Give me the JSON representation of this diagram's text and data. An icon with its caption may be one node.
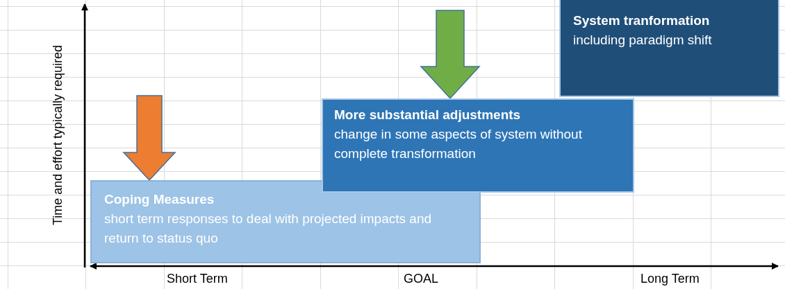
{
  "diagram": {
    "nodes": [
      {
        "text": [
          "Coping Measures",
          "short term responses to deal with projected impacts and return to status quo"
        ]
      },
      {
        "text": [
          "More substantial adjustments",
          "change in some aspects of system without complete transformation"
        ]
      },
      {
        "text": [
          "System tranformation",
          "including paradigm shift"
        ]
      }
    ],
    "edges": [
      {
        "from": null,
        "to": 0,
        "arrow": "to",
        "style": "thick",
        "color": "#ed7d31"
      },
      {
        "from": null,
        "to": 1,
        "arrow": "to",
        "style": "thick",
        "color": "#70ad47"
      }
    ],
    "labels": [
      "Time and effort typically required",
      "Short Term",
      "GOAL",
      "Long Term"
    ]
  }
}
